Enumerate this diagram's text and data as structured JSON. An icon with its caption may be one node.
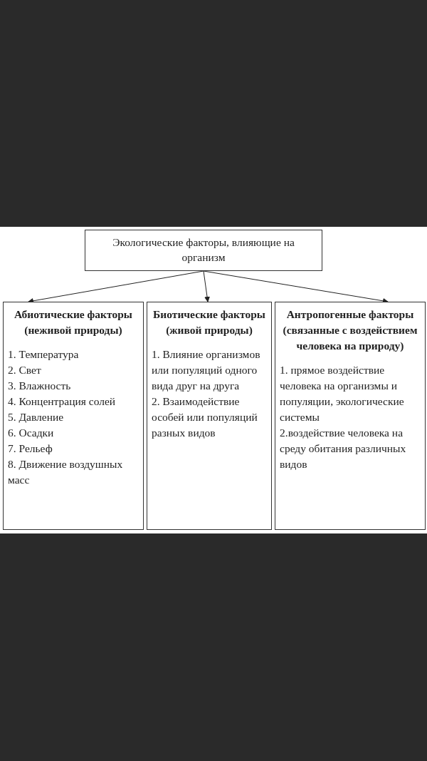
{
  "diagram": {
    "nodes": [
      {
        "text": [
          "Экологические факторы, влияющие на организм"
        ]
      },
      {
        "text": [
          "Абиотические факторы (неживой природы)",
          "1. Температура",
          "2. Свет",
          "3. Влажность",
          "4. Концентрация солей",
          "5. Давление",
          "6. Осадки",
          "7. Рельеф",
          "8. Движение воздушных масс"
        ]
      },
      {
        "text": [
          "Биотические факторы (живой природы)",
          "1. Влияние организмов или популяций одного вида друг на друга",
          "2. Взаимодействие особей или популяций разных видов"
        ]
      },
      {
        "text": [
          "Антропогенные факторы (связанные с воздействием человека на природу)",
          "1. прямое воздействие человека на организмы и популяции, экологические системы",
          "2.воздействие человека на среду обитания различных видов"
        ]
      }
    ],
    "edges": [
      {
        "from": 0,
        "to": 1,
        "arrow": "to"
      },
      {
        "from": 0,
        "to": 2,
        "arrow": "to"
      },
      {
        "from": 0,
        "to": 3,
        "arrow": "to"
      }
    ]
  }
}
